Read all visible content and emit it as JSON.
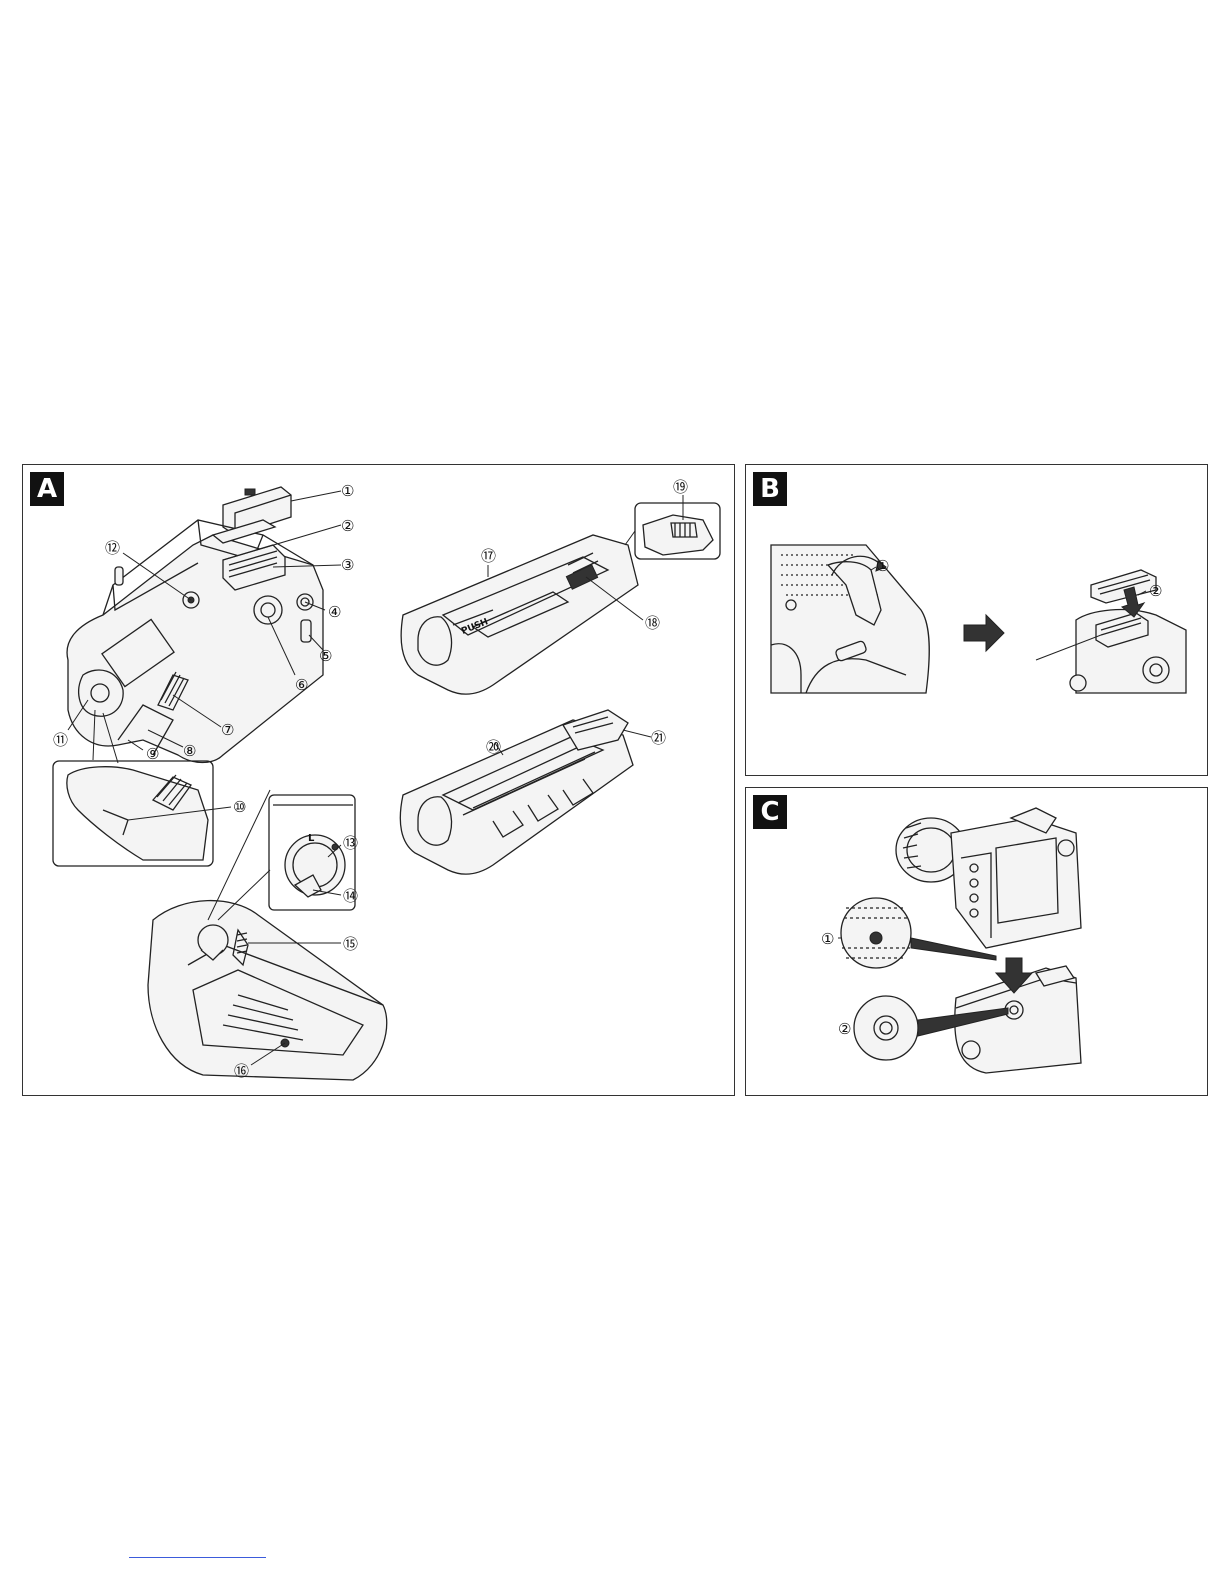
{
  "panels": {
    "a": {
      "letter": "A"
    },
    "b": {
      "letter": "B"
    },
    "c": {
      "letter": "C"
    }
  },
  "callouts_a": {
    "c1": "①",
    "c2": "②",
    "c3": "③",
    "c4": "④",
    "c5": "⑤",
    "c6": "⑥",
    "c7": "⑦",
    "c8": "⑧",
    "c9": "⑨",
    "c10": "⑩",
    "c11": "⑪",
    "c12": "⑫",
    "c13": "⑬",
    "c14": "⑭",
    "c15": "⑮",
    "c16": "⑯",
    "c17": "⑰",
    "c18": "⑱",
    "c19": "⑲",
    "c20": "⑳",
    "c21": "㉑"
  },
  "callouts_b": {
    "c1": "①",
    "c2": "②"
  },
  "callouts_c": {
    "c1": "①",
    "c2": "②"
  },
  "labels": {
    "push": "PUSH",
    "dial_l": "L"
  }
}
